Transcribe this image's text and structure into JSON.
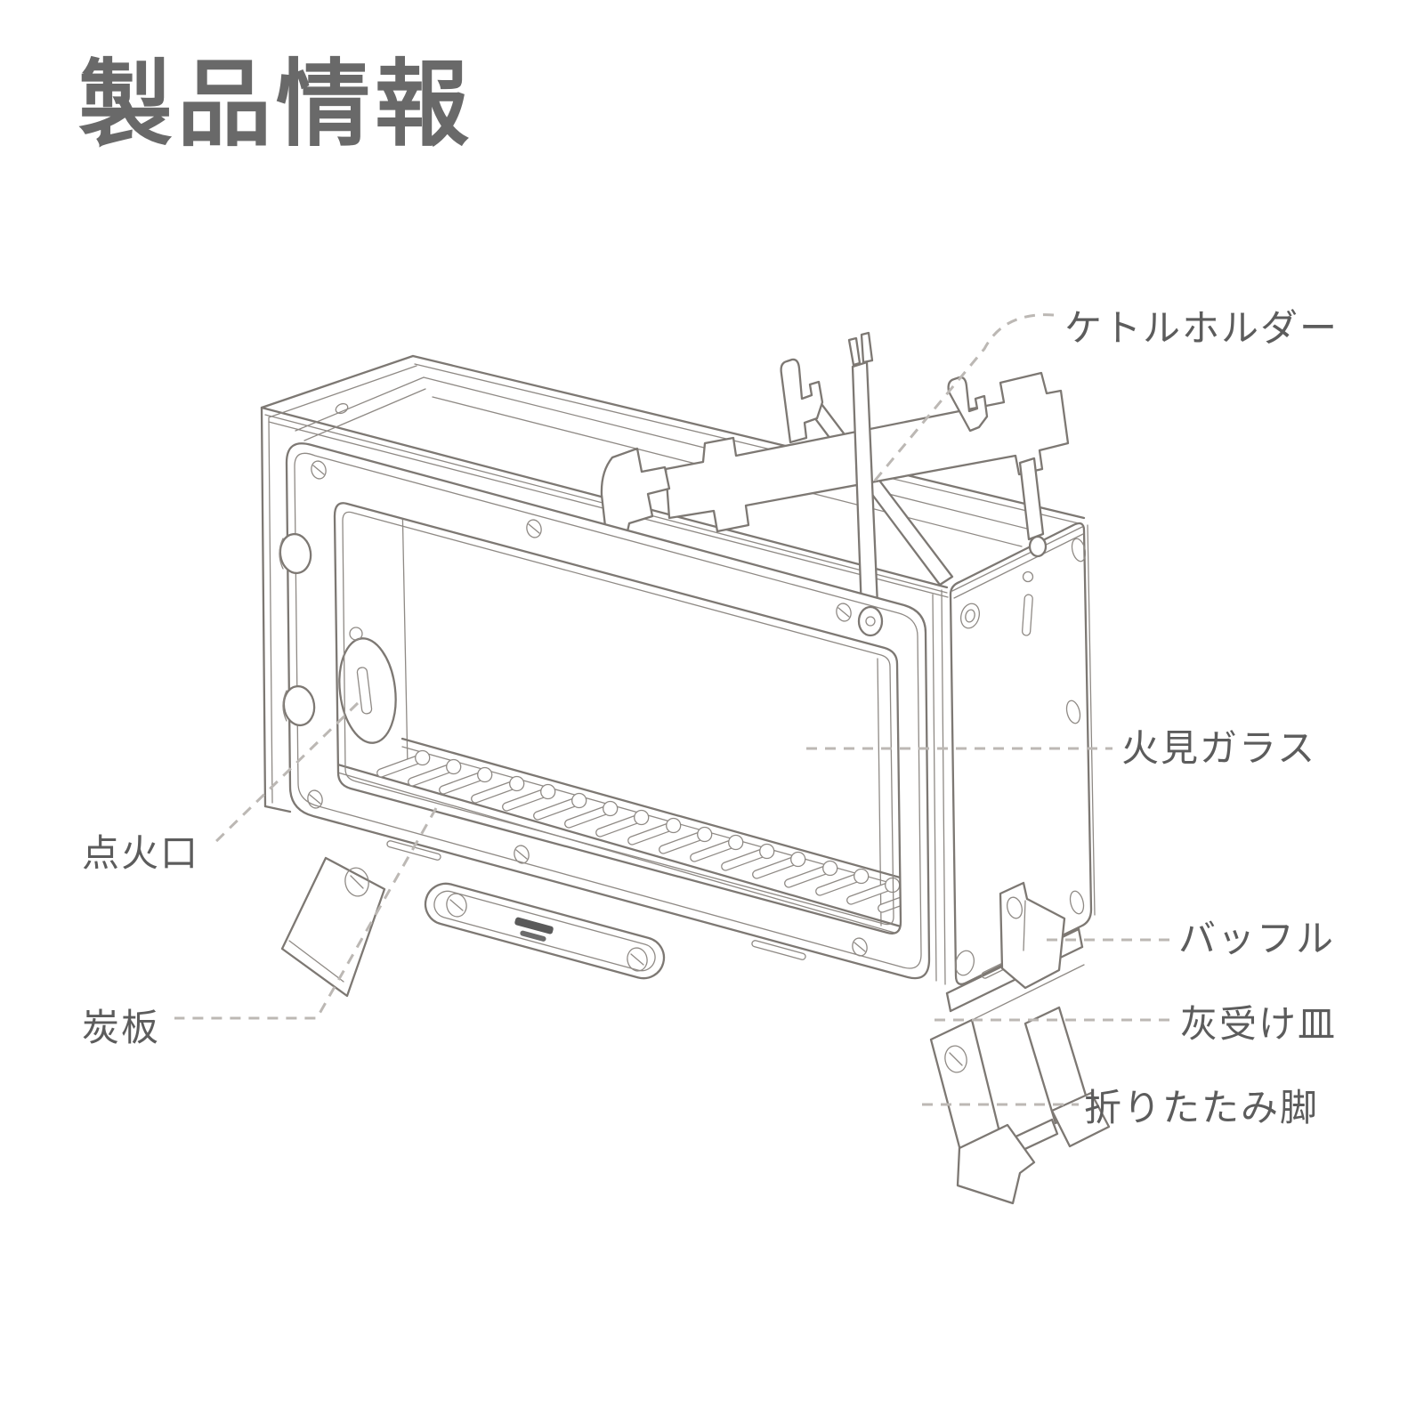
{
  "page": {
    "title": "製品情報"
  },
  "colors": {
    "background": "#ffffff",
    "title": "#696969",
    "label": "#5c5c5c",
    "line_art": "#7d7873",
    "leader_dash": "#bcb8b4"
  },
  "diagram": {
    "labels": {
      "kettle_holder": "ケトルホルダー",
      "fire_window": "火見ガラス",
      "ignition_port": "点火口",
      "charcoal_plate": "炭板",
      "baffle": "バッフル",
      "ash_tray": "灰受け皿",
      "folding_legs": "折りたたみ脚"
    },
    "icons": {
      "brand_logo": "brand-logo-mark"
    }
  }
}
